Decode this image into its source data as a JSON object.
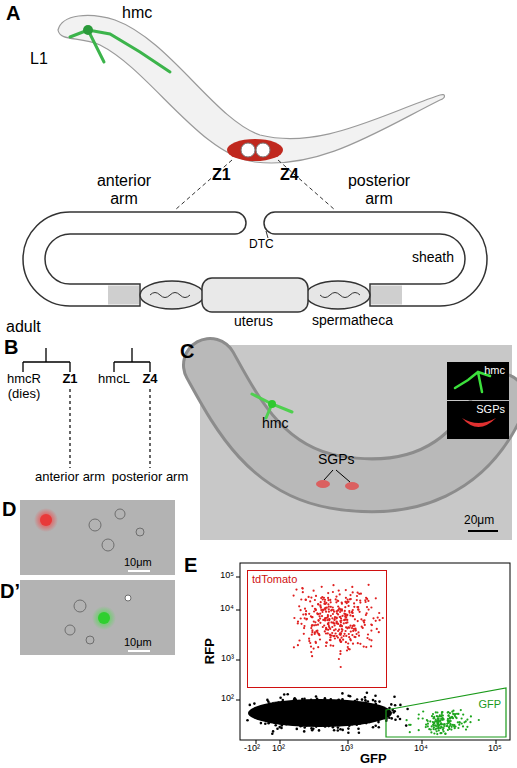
{
  "diagram": {
    "nodes": [
      {
        "text": [
          "hmcR (dies)"
        ]
      },
      {
        "text": [
          "Z1"
        ]
      },
      {
        "text": [
          "anterior arm"
        ]
      },
      {
        "text": [
          "hmcL"
        ]
      },
      {
        "text": [
          "Z4"
        ]
      },
      {
        "text": [
          "posterior arm"
        ]
      },
      {
        "text": [
          "hmc"
        ]
      },
      {
        "text": [
          "SGPs"
        ]
      },
      {
        "text": [
          "tdTomato"
        ]
      },
      {
        "text": [
          "GFP"
        ]
      }
    ],
    "edges": [
      {
        "from": 1,
        "to": 2,
        "arrow": "none"
      },
      {
        "from": 4,
        "to": 5,
        "arrow": "none"
      }
    ],
    "labels": [
      "A",
      "L1",
      "hmc",
      "Z1",
      "Z4",
      "anterior arm",
      "posterior arm",
      "DTC",
      "sheath",
      "spermatheca",
      "uterus",
      "adult",
      "B",
      "C",
      "hmc",
      "SGPs",
      "20μm",
      "D",
      "10μm",
      "D’",
      "10μm",
      "E",
      "RFP",
      "GFP",
      "10⁵",
      "10⁴",
      "10³",
      "10²",
      "-10²",
      "10²",
      "10³",
      "10⁴",
      "10⁵"
    ]
  }
}
